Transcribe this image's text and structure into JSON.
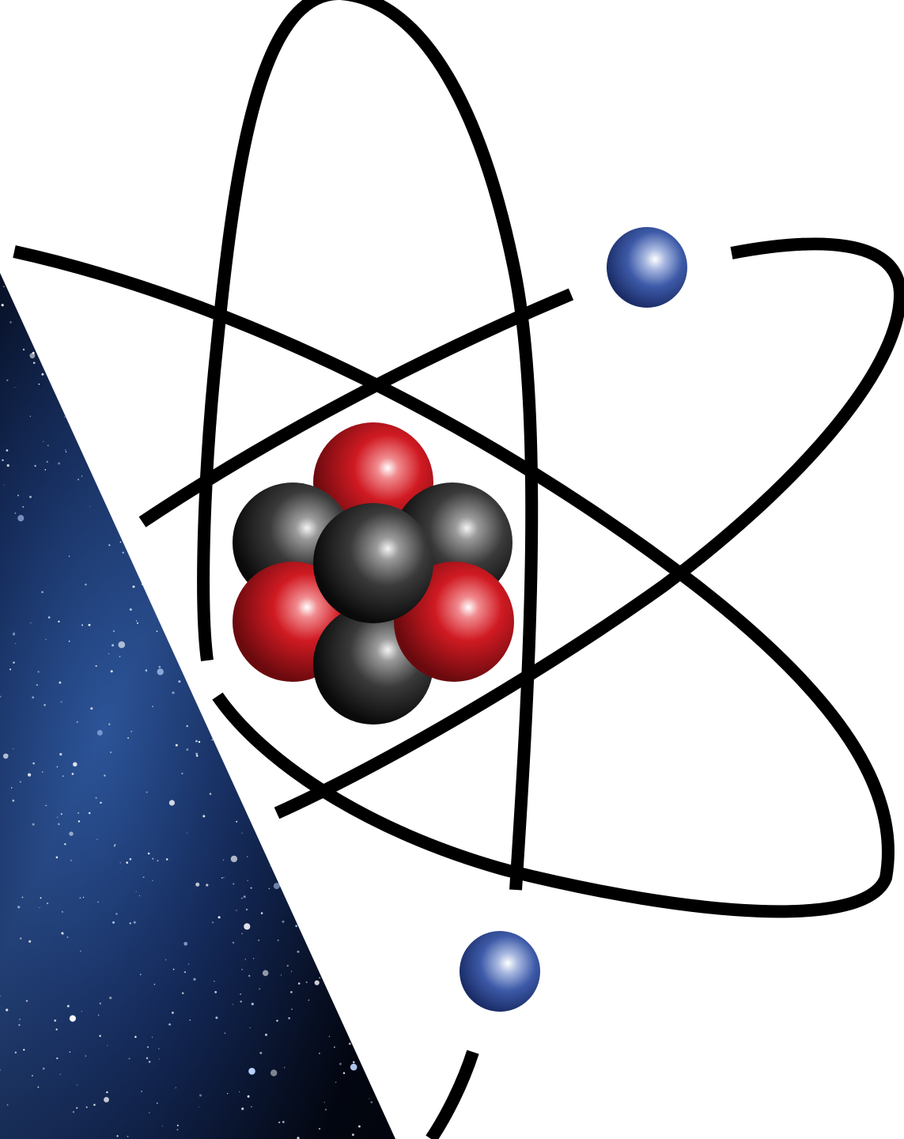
{
  "scene": {
    "subject": "lithium-atom-model",
    "background": {
      "left_panel": "starfield-galaxy",
      "right_panel": "white"
    },
    "colors": {
      "orbit": "#000000",
      "proton": "#c8161e",
      "neutron": "#3a3a3a",
      "electron": "#3d5aa8",
      "space": "#0a1228"
    },
    "nucleus": {
      "protons": 3,
      "neutrons": 4
    },
    "electrons": 2,
    "orbits": 3
  }
}
